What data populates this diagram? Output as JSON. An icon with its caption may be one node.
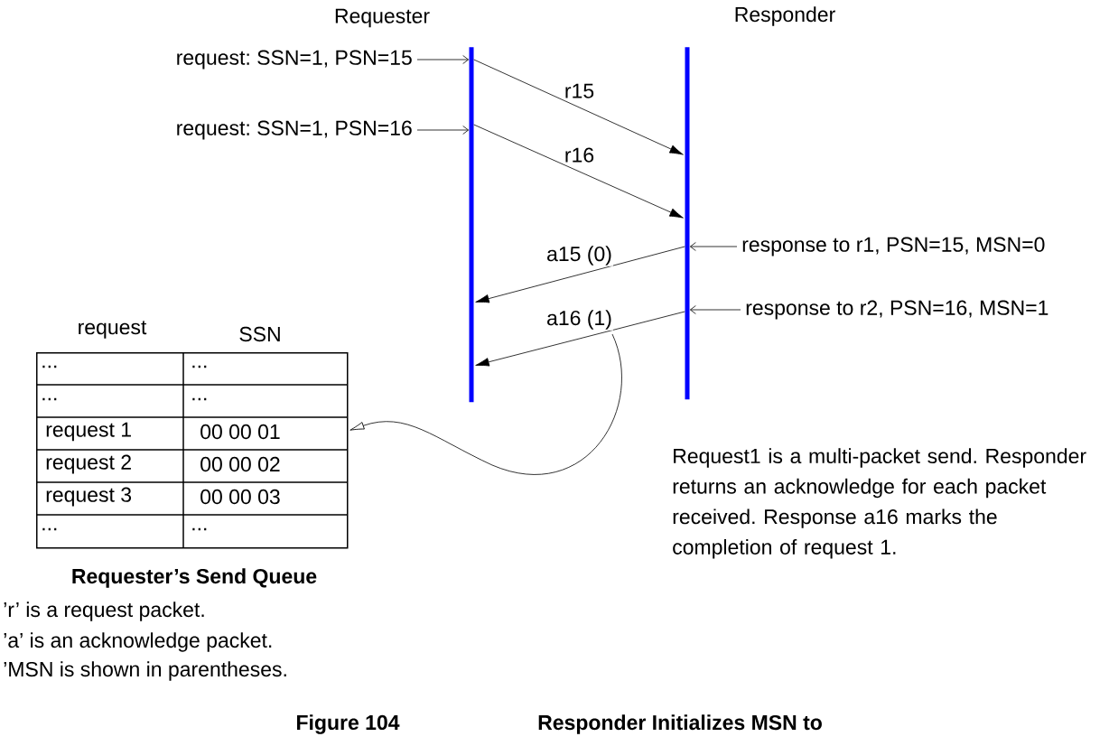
{
  "diagram": {
    "nodes": [
      {
        "text": [
          "Requester"
        ]
      },
      {
        "text": [
          "Responder"
        ]
      },
      {
        "text": [
          "request: SSN=1, PSN=15"
        ]
      },
      {
        "text": [
          "request: SSN=1, PSN=16"
        ]
      },
      {
        "text": [
          "response to r1, PSN=15, MSN=0"
        ]
      },
      {
        "text": [
          "response to r2, PSN=16, MSN=1"
        ]
      },
      {
        "text": [],
        "shape": "box"
      }
    ],
    "edges": [
      {
        "from": 2,
        "to": 0,
        "arrow": "to"
      },
      {
        "from": 3,
        "to": 0,
        "arrow": "to"
      },
      {
        "from": 0,
        "to": 1,
        "arrow": "to",
        "label": "r15"
      },
      {
        "from": 0,
        "to": 1,
        "arrow": "to",
        "label": "r16"
      },
      {
        "from": 4,
        "to": 1,
        "arrow": "to"
      },
      {
        "from": 5,
        "to": 1,
        "arrow": "to"
      },
      {
        "from": 1,
        "to": 0,
        "arrow": "to",
        "label": "a15 (0)"
      },
      {
        "from": 1,
        "to": 0,
        "arrow": "to",
        "label": "a16 (1)"
      },
      {
        "from": null,
        "to": 6,
        "arrow": "to"
      }
    ],
    "labels": [
      "request",
      "SSN",
      "...",
      "...",
      "...",
      "...",
      "request 1",
      "00 00 01",
      "request 2",
      "00 00 02",
      "request 3",
      "00 00 03",
      "...",
      "...",
      "Requester’s Send Queue",
      "’r’ is a request packet.",
      "’a’ is an acknowledge packet.",
      "’MSN is shown in parentheses.",
      "Request1 is a multi-packet send. Responder returns an acknowledge for each packet received. Response a16 marks the completion of request 1.",
      "Figure 104",
      "Responder Initializes MSN to"
    ]
  }
}
